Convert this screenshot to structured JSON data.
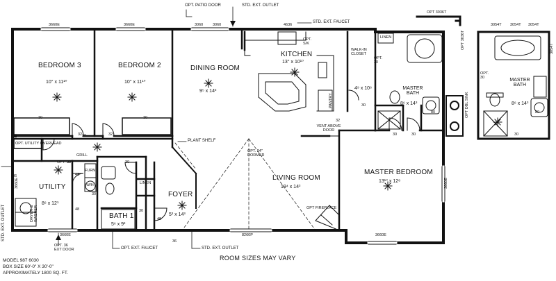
{
  "rooms": {
    "bedroom3": {
      "name": "BEDROOM 3",
      "size": "10° x 11¹⁰"
    },
    "bedroom2": {
      "name": "BEDROOM 2",
      "size": "10° x 11¹⁰"
    },
    "dining": {
      "name": "DINING ROOM",
      "size": "9⁵ x 14³"
    },
    "kitchen": {
      "name": "KITCHEN",
      "size": "13° x 10¹⁰"
    },
    "walkin": {
      "name": "WALK-IN CLOSET",
      "size": "4⁹ x 10⁶"
    },
    "master_bath": {
      "name": "MASTER BATH",
      "size": "8⁶ x 14³"
    },
    "master_bath_alt": {
      "name": "MASTER BATH",
      "size": "8⁶ x 14³"
    },
    "living": {
      "name": "LIVING ROOM",
      "size": "19⁴ x 14³"
    },
    "master_bed": {
      "name": "MASTER BEDROOM",
      "size": "13¹⁰ x 12⁸"
    },
    "utility": {
      "name": "UTILITY",
      "size": "8⁶ x 12¹"
    },
    "foyer": {
      "name": "FOYER",
      "size": "5³ x 14³"
    },
    "bath1": {
      "name": "BATH 1",
      "size": "5⁶ x 9³"
    }
  },
  "labels": {
    "opt_patio_door": "OPT. PATIO DOOR",
    "std_ext_outlet_top": "STD. EXT. OUTLET",
    "std_ext_faucet": "STD. EXT. FAUCET",
    "opt_ext_faucet": "OPT. EXT. FAUCET",
    "std_ext_outlet_bottom": "STD. EXT. OUTLET",
    "std_ext_outlet_left": "STD. EXT. OUTLET",
    "opt_ext_door": "OPT. 36 EXT DOOR",
    "plant_shelf": "PLANT SHELF",
    "opt_dormer": "OPT. 24\" DORMER",
    "vent_above_door": "VENT ABOVE DOOR",
    "opt_fireplace": "OPT FIREPLACE",
    "pantry": "PANTRY",
    "linen_bath": "LINEN",
    "linen_hall": "LINEN",
    "opt_dbl_sink": "OPT DBL SINK",
    "grill": "GRILL",
    "furn": "FURN",
    "wh": "W/H",
    "opt_utility_overhead": "OPT. UTILITY OVERHEAD",
    "opt_30_util": "OPT. 30",
    "opt_30_walk": "OPT. 30",
    "opt_30_alt": "OPT. 30",
    "opt_sk": "OPT. S/K",
    "dryer_washer": "DRYER & WASHER",
    "room_sizes": "ROOM SIZES MAY VARY"
  },
  "dims": {
    "w1": "3660E",
    "w2": "3660E",
    "w3": "3060",
    "w4": "3060",
    "w5": "4636",
    "w6": "3660E",
    "w7": "3660E",
    "w8": "8260P",
    "w9": "3660E",
    "w10": "OPT 3036T",
    "w11": "OPT 3036T",
    "w12": "3054T",
    "w13": "3054T",
    "w14": "3054T",
    "w15": "3054T",
    "d1": "32",
    "d2": "32",
    "d3": "30",
    "d4": "30",
    "d5": "30",
    "d6": "30",
    "d7": "48",
    "d8": "30",
    "d9": "48",
    "d10": "30",
    "d11": "36",
    "d12": "36",
    "d13": "32",
    "d14": "30",
    "d15": "30",
    "d16": "30",
    "d17": "80",
    "d18": "80",
    "d19": "30",
    "d20": "48",
    "d21": "30"
  },
  "info": {
    "model": "MODEL 987   6030",
    "box": "BOX SIZE 60'-0\" X 30'-0\"",
    "sqft": "APPROXIMATELY 1800 SQ. FT."
  }
}
